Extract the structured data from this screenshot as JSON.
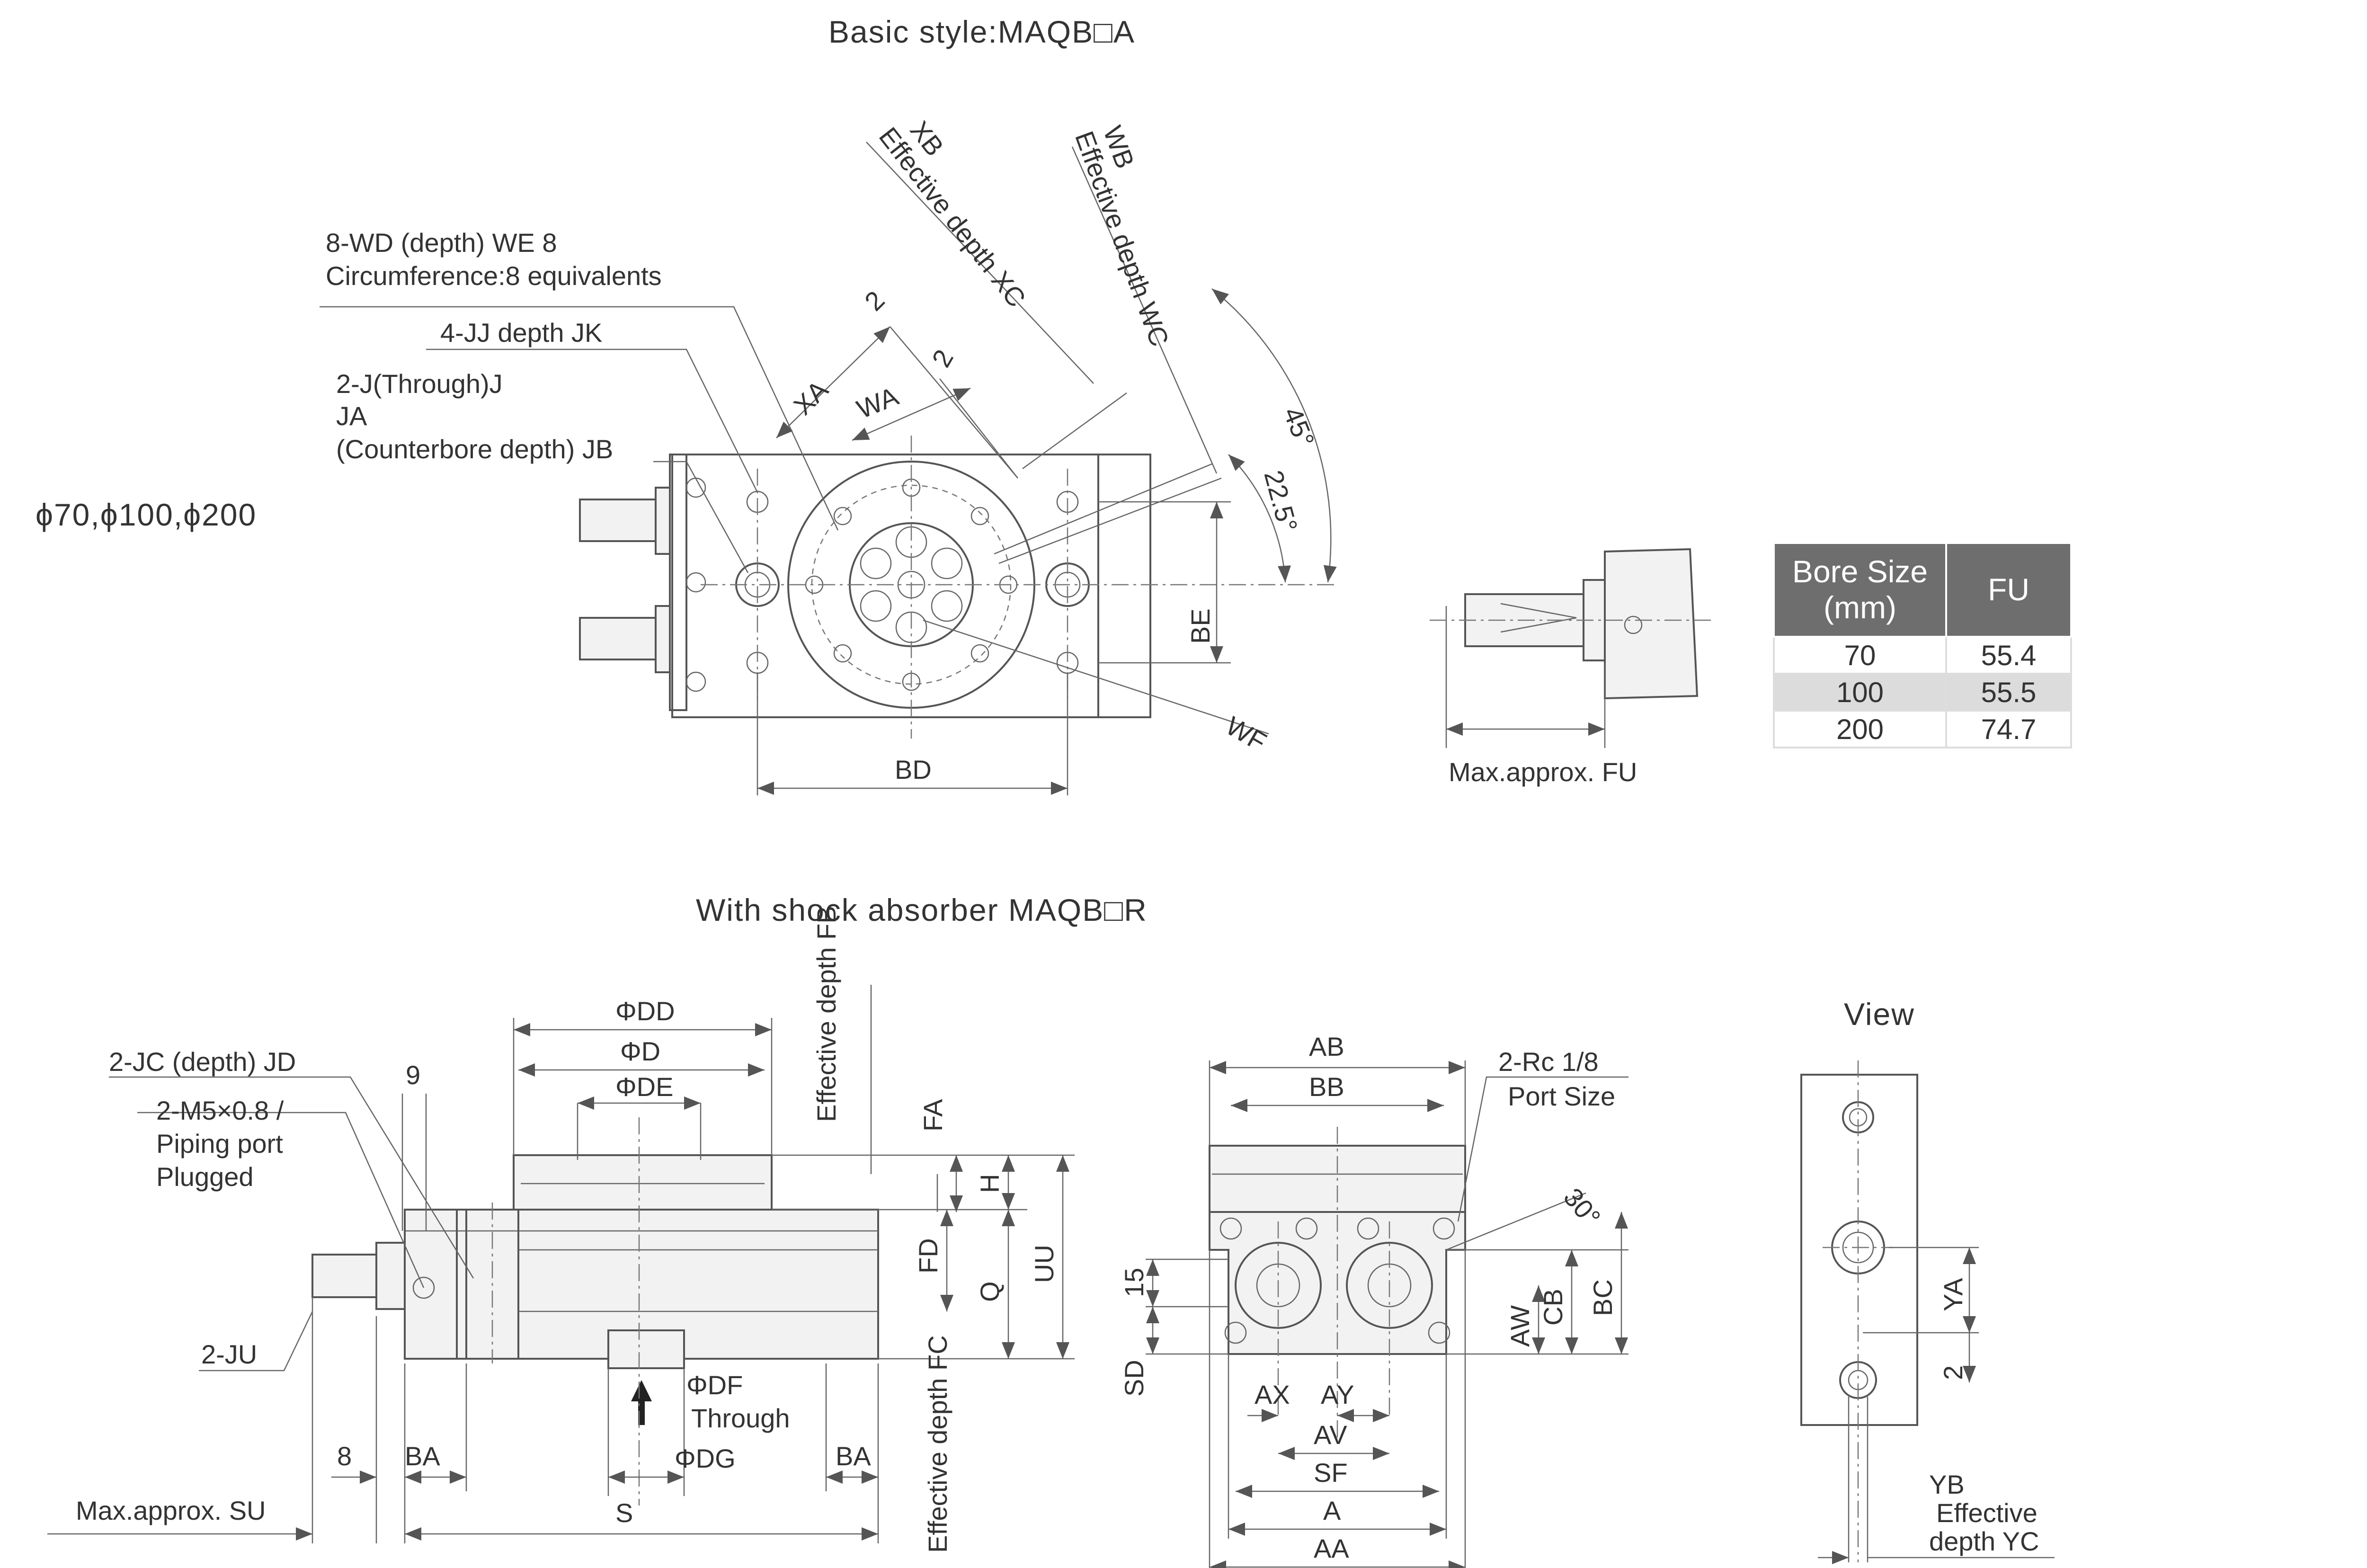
{
  "titles": {
    "basic": "Basic style:MAQB□A",
    "shock": "With shock absorber MAQB□R",
    "view": "View",
    "sizes": "ϕ70,ϕ100,ϕ200"
  },
  "top_labels": {
    "wd": "8-WD (depth) WE 8",
    "circ": "Circumference:8 equivalents",
    "jj": "4-JJ  depth  JK",
    "j": "2-J(Through)J",
    "ja": "JA",
    "jb": "(Counterbore depth) JB",
    "xb": "XB",
    "xb_eff": "Effective depth  XC",
    "wb": "WB",
    "wb_eff": "Effective depth  WC",
    "two_a": "2",
    "two_b": "2",
    "xa": "XA",
    "wa": "WA",
    "deg45": "45°",
    "deg225": "22.5°",
    "be": "BE",
    "bd": "BD",
    "wf": "WF",
    "fu": "Max.approx.  FU"
  },
  "fu_table": {
    "headers": [
      "Bore Size\n(mm)",
      "FU"
    ],
    "rows": [
      [
        "70",
        "55.4"
      ],
      [
        "100",
        "55.5"
      ],
      [
        "200",
        "74.7"
      ]
    ]
  },
  "side_labels": {
    "dd": "ΦDD",
    "d": "ΦD",
    "de": "ΦDE",
    "fb": "Effective depth FB",
    "fa": "FA",
    "h": "H",
    "fd": "FD",
    "q": "Q",
    "uu": "UU",
    "jc": "2-JC (depth) JD",
    "nine": "9",
    "m5": "2-M5×0.8 /",
    "piping": "Piping port",
    "plugged": "Plugged",
    "ju": "2-JU",
    "df": "ΦDF",
    "through": "Through",
    "dg": "ΦDG",
    "fc": "Effective depth FC",
    "eight": "8",
    "ba1": "BA",
    "ba2": "BA",
    "su": "Max.approx.  SU",
    "s": "S"
  },
  "front_labels": {
    "ab": "AB",
    "bb": "BB",
    "rc": "2-Rc 1/8",
    "port": "Port  Size",
    "deg30": "30°",
    "fifteen": "15",
    "sd": "SD",
    "aw": "AW",
    "cb": "CB",
    "bc": "BC",
    "ax": "AX",
    "ay": "AY",
    "av": "AV",
    "sf": "SF",
    "a": "A",
    "aa": "AA"
  },
  "view_labels": {
    "ya": "YA",
    "two": "2",
    "yb": "YB",
    "yb_eff": "Effective",
    "yc": "depth  YC"
  }
}
